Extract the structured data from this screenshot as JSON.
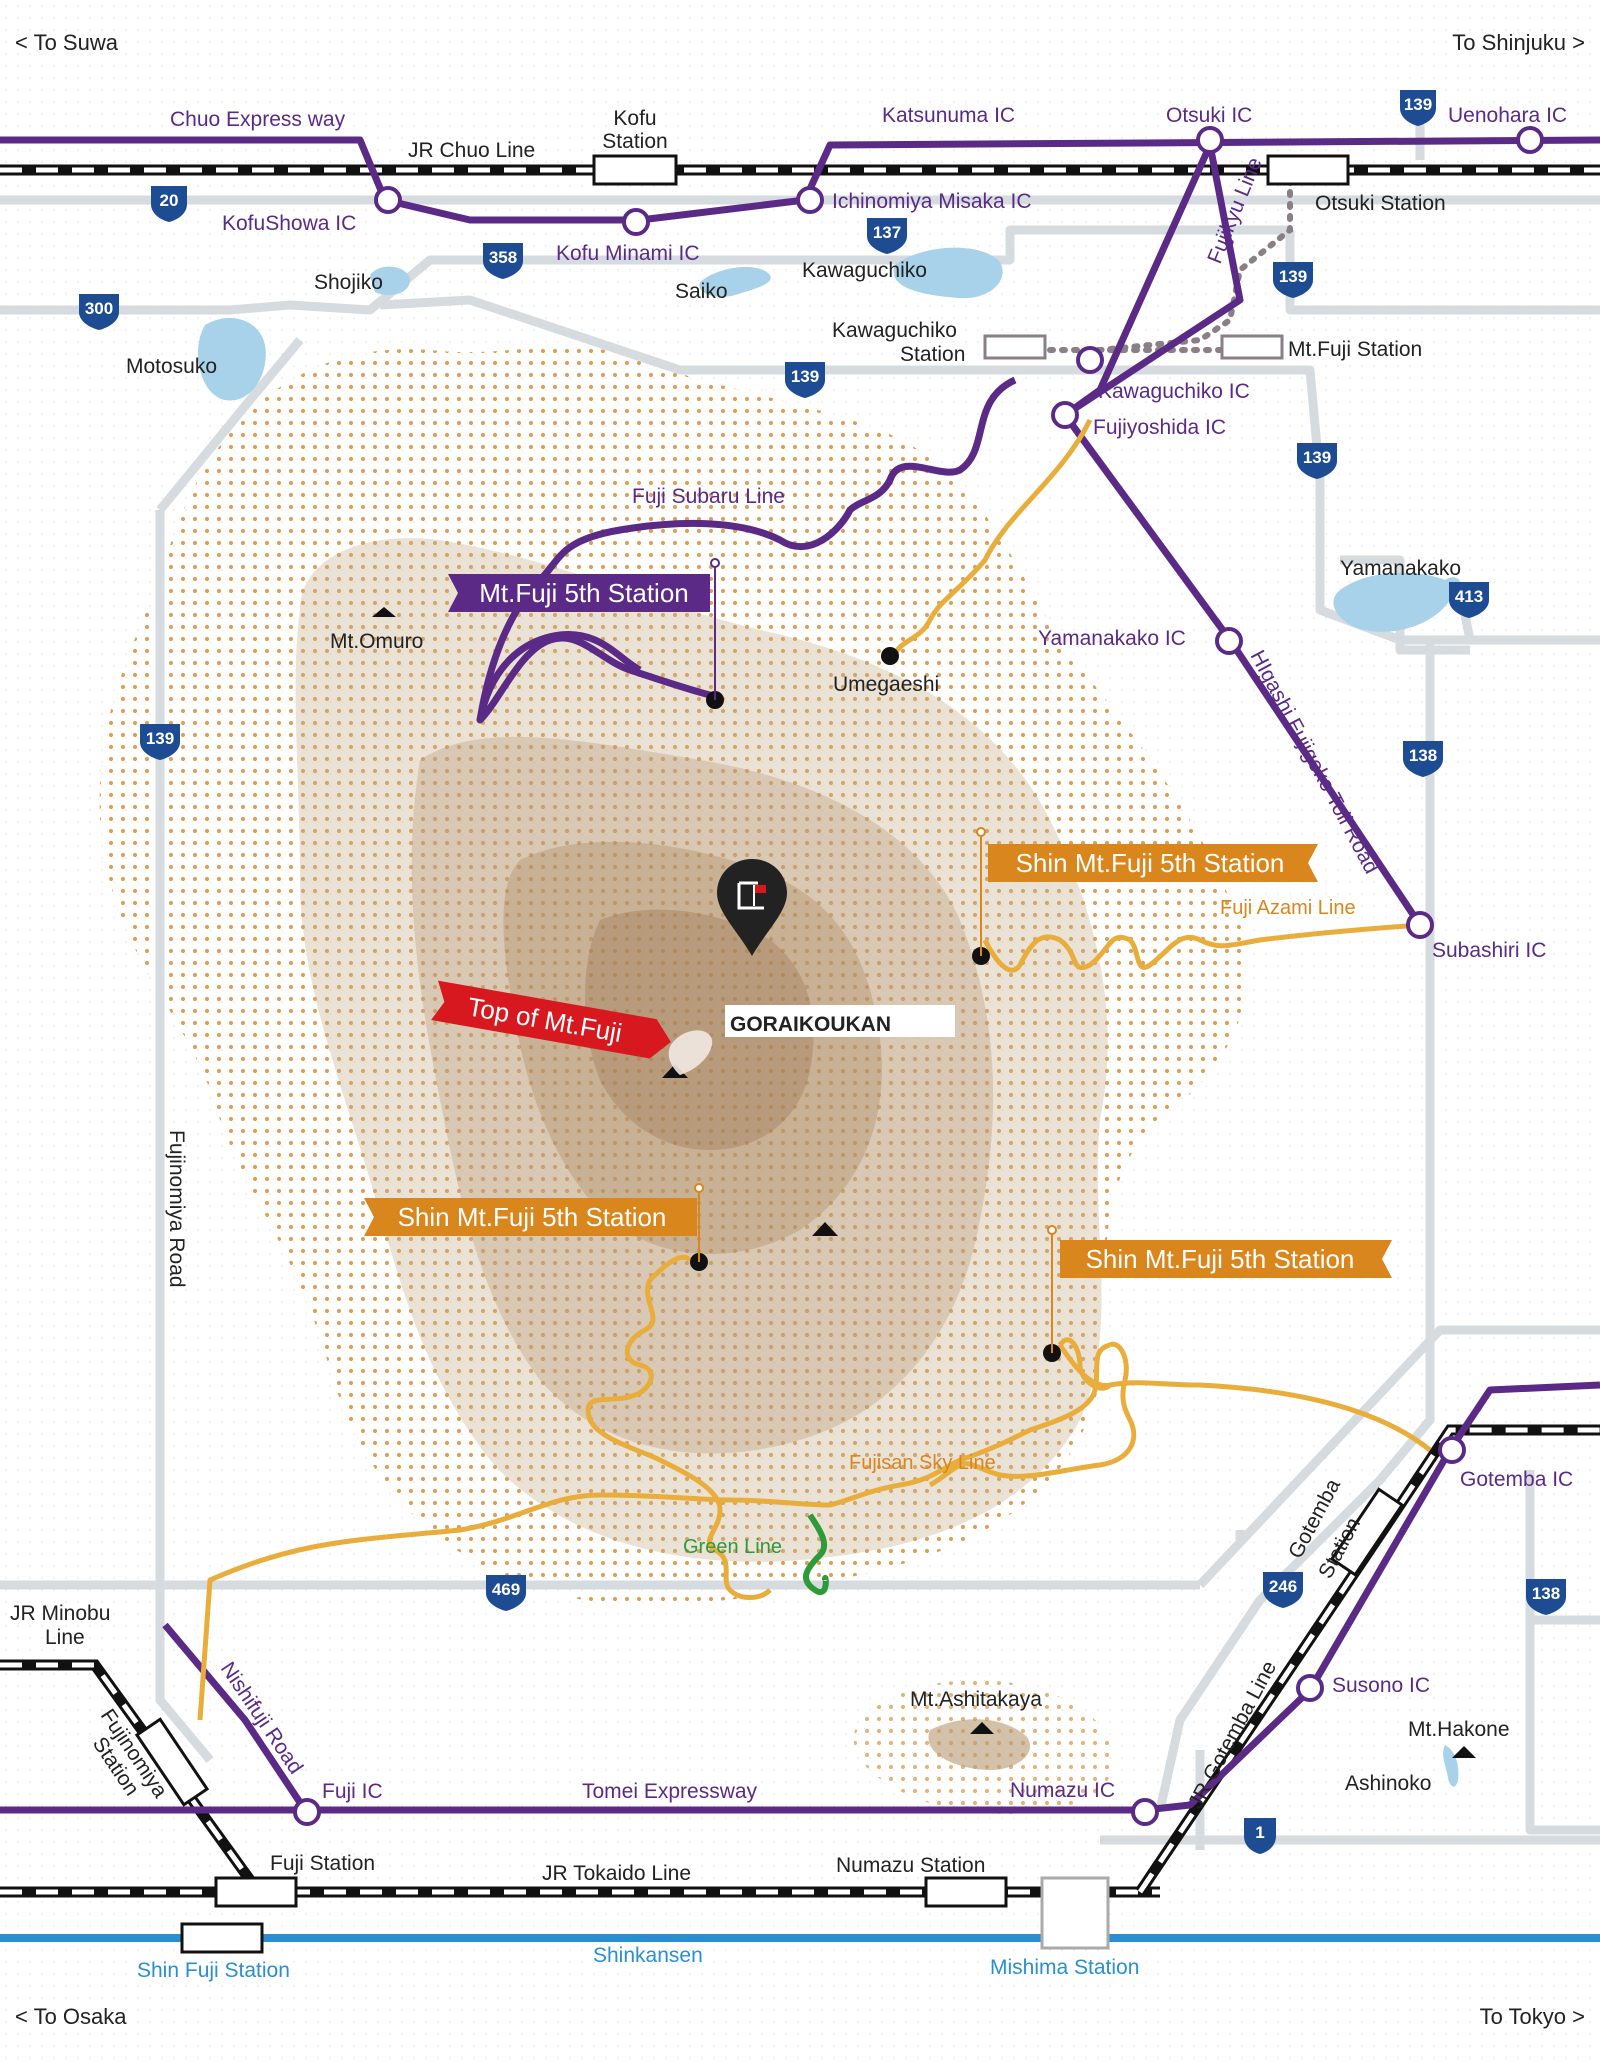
{
  "corners": {
    "top_left": "< To Suwa",
    "top_right": "To Shinjuku >",
    "bottom_left": "< To Osaka",
    "bottom_right": "To Tokyo >"
  },
  "expressways": {
    "chuo": "Chuo Express way",
    "tomei": "Tomei Expressway"
  },
  "rail_lines": {
    "jr_chuo": "JR Chuo Line",
    "jr_tokaido": "JR Tokaido Line",
    "jr_gotemba": "JR Gotemba Line",
    "jr_minobu": "JR Minobu Line",
    "fujikyu": "Fujikyu Line",
    "shinkansen": "Shinkansen"
  },
  "interchanges": {
    "kofushowa": "KofuShowa IC",
    "kofu_minami": "Kofu Minami IC",
    "ichinomiya_misaka": "Ichinomiya Misaka IC",
    "katsunuma": "Katsunuma IC",
    "otsuki": "Otsuki IC",
    "uenohara": "Uenohara IC",
    "kawaguchiko": "Kawaguchiko IC",
    "fujiyoshida": "Fujiyoshida IC",
    "yamanakako": "Yamanakako IC",
    "subashiri": "Subashiri IC",
    "gotemba": "Gotemba IC",
    "susono": "Susono IC",
    "numazu": "Numazu IC",
    "fuji": "Fuji IC"
  },
  "stations": {
    "kofu": "Kofu Station",
    "otsuki": "Otsuki Station",
    "kawaguchiko": "Kawaguchiko Station",
    "mt_fuji": "Mt.Fuji Station",
    "gotemba": "Gotemba Station",
    "fujinomiya": "Fujinomiya Station",
    "fuji": "Fuji Station",
    "numazu": "Numazu Station",
    "shin_fuji": "Shin Fuji Station",
    "mishima": "Mishima Station"
  },
  "lakes": {
    "shojiko": "Shojiko",
    "saiko": "Saiko",
    "kawaguchiko": "Kawaguchiko",
    "motosuko": "Motosuko",
    "yamanakako": "Yamanakako",
    "ashinoko": "Ashinoko"
  },
  "mountains": {
    "mt_omuro": "Mt.Omuro",
    "mt_ashitakaya": "Mt.Ashitakaya",
    "mt_hakone": "Mt.Hakone"
  },
  "places": {
    "umegaeshi": "Umegaeshi",
    "goraikoukan": "GORAIKOUKAN"
  },
  "roads": {
    "fuji_subaru": "Fuji Subaru Line",
    "fuji_azami": "Fuji Azami Line",
    "fujisan_sky": "Fujisan Sky Line",
    "green": "Green Line",
    "higashi_fujigoko": "HIgashi Fujigoko Toll Road",
    "nishifuji": "Nishifuji Road",
    "fujinomiya": "Fujinomiya Road"
  },
  "banners": {
    "fifth_station": "Mt.Fuji 5th Station",
    "shin_subashiri": "Shin Mt.Fuji 5th Station",
    "shin_fujinomiya": "Shin Mt.Fuji 5th Station",
    "shin_gotemba": "Shin Mt.Fuji 5th Station",
    "top": "Top of Mt.Fuji"
  },
  "route_numbers": {
    "r139a": "139",
    "r20": "20",
    "r358": "358",
    "r137": "137",
    "r139b": "139",
    "r300": "300",
    "r139c": "139",
    "r139d": "139",
    "r413": "413",
    "r139e": "139",
    "r138a": "138",
    "r469": "469",
    "r246": "246",
    "r138b": "138",
    "r1": "1"
  },
  "colors": {
    "expressway": "#5b2a86",
    "toll_road": "#e9ad3c",
    "green_line": "#2e9a3a",
    "shinkansen": "#2a8fd0",
    "banner_purple": "#5b2a86",
    "banner_orange": "#d9861c",
    "banner_red": "#d7191f",
    "route_shield": "#1d4c93",
    "road": "#d6dbe0"
  },
  "icons": [
    "route-shield-icon",
    "mountain-icon",
    "location-pin-icon",
    "station-box-icon",
    "interchange-icon"
  ]
}
